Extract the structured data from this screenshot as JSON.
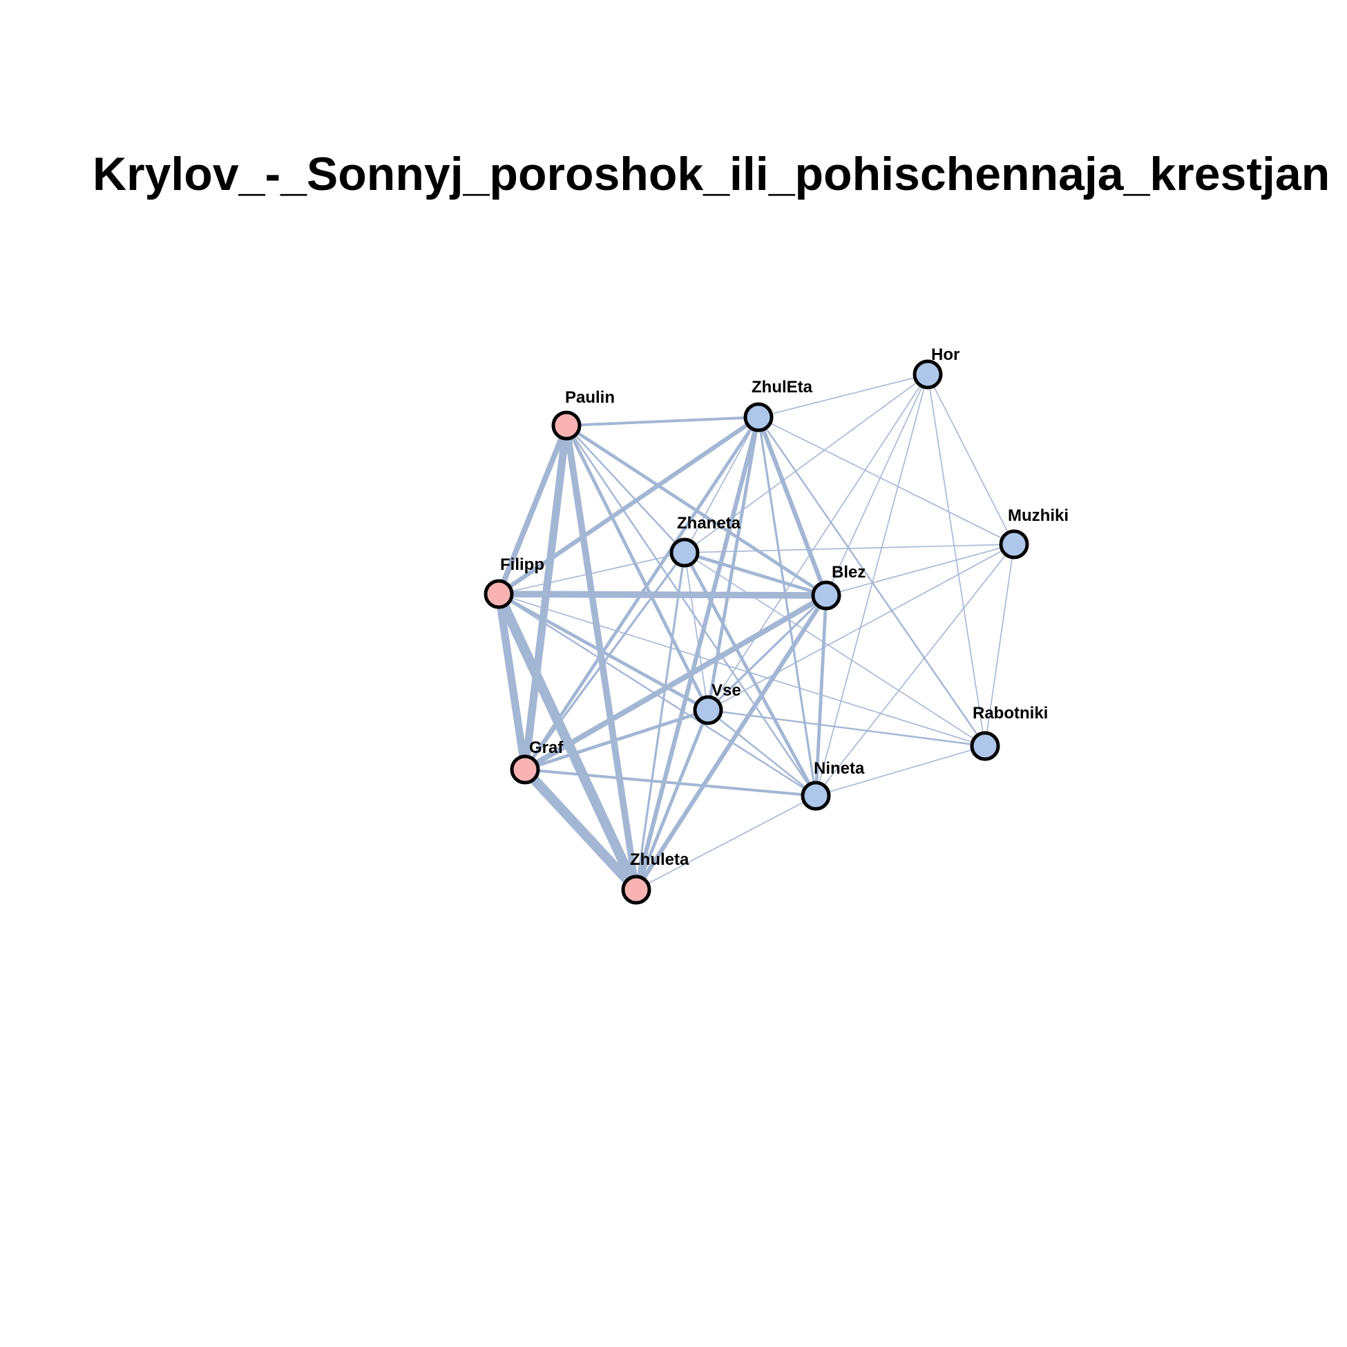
{
  "title": "Krylov_-_Sonnyj_poroshok_ili_pohischennaja_krestjan",
  "colors": {
    "edge": "#a3b6d4",
    "node_female": "#f9b3b3",
    "node_male": "#adc6ea",
    "node_border": "#000000",
    "background": "#ffffff"
  },
  "nodes": [
    {
      "id": "Paulin",
      "label": "Paulin",
      "group": "female"
    },
    {
      "id": "ZhulEta",
      "label": "ZhulEta",
      "group": "male"
    },
    {
      "id": "Hor",
      "label": "Hor",
      "group": "male"
    },
    {
      "id": "Muzhiki",
      "label": "Muzhiki",
      "group": "male"
    },
    {
      "id": "Zhaneta",
      "label": "Zhaneta",
      "group": "male"
    },
    {
      "id": "Filipp",
      "label": "Filipp",
      "group": "female"
    },
    {
      "id": "Blez",
      "label": "Blez",
      "group": "male"
    },
    {
      "id": "Vse",
      "label": "Vse",
      "group": "male"
    },
    {
      "id": "Rabotniki",
      "label": "Rabotniki",
      "group": "male"
    },
    {
      "id": "Graf",
      "label": "Graf",
      "group": "female"
    },
    {
      "id": "Nineta",
      "label": "Nineta",
      "group": "male"
    },
    {
      "id": "Zhuleta",
      "label": "Zhuleta",
      "group": "female"
    }
  ],
  "edges": [
    {
      "source": "Filipp",
      "target": "Zhuleta",
      "weight": 9
    },
    {
      "source": "Graf",
      "target": "Zhuleta",
      "weight": 9
    },
    {
      "source": "Filipp",
      "target": "Graf",
      "weight": 7
    },
    {
      "source": "Paulin",
      "target": "Graf",
      "weight": 7
    },
    {
      "source": "Paulin",
      "target": "Zhuleta",
      "weight": 6
    },
    {
      "source": "Paulin",
      "target": "Filipp",
      "weight": 5
    },
    {
      "source": "Filipp",
      "target": "Blez",
      "weight": 6
    },
    {
      "source": "Graf",
      "target": "Blez",
      "weight": 5
    },
    {
      "source": "Filipp",
      "target": "ZhulEta",
      "weight": 4
    },
    {
      "source": "ZhulEta",
      "target": "Blez",
      "weight": 4
    },
    {
      "source": "ZhulEta",
      "target": "Zhuleta",
      "weight": 4
    },
    {
      "source": "Blez",
      "target": "Zhuleta",
      "weight": 4
    },
    {
      "source": "Paulin",
      "target": "Blez",
      "weight": 3
    },
    {
      "source": "Paulin",
      "target": "Vse",
      "weight": 3
    },
    {
      "source": "Zhaneta",
      "target": "Blez",
      "weight": 3
    },
    {
      "source": "Filipp",
      "target": "Vse",
      "weight": 3
    },
    {
      "source": "Graf",
      "target": "Vse",
      "weight": 3
    },
    {
      "source": "Vse",
      "target": "Zhuleta",
      "weight": 3
    },
    {
      "source": "ZhulEta",
      "target": "Graf",
      "weight": 3
    },
    {
      "source": "ZhulEta",
      "target": "Vse",
      "weight": 3
    },
    {
      "source": "Blez",
      "target": "Nineta",
      "weight": 3
    },
    {
      "source": "Zhaneta",
      "target": "Nineta",
      "weight": 3
    },
    {
      "source": "Paulin",
      "target": "ZhulEta",
      "weight": 2.5
    },
    {
      "source": "Graf",
      "target": "Nineta",
      "weight": 2.5
    },
    {
      "source": "ZhulEta",
      "target": "Nineta",
      "weight": 2
    },
    {
      "source": "Zhaneta",
      "target": "Graf",
      "weight": 2
    },
    {
      "source": "Zhaneta",
      "target": "Zhuleta",
      "weight": 2
    },
    {
      "source": "Vse",
      "target": "Blez",
      "weight": 2
    },
    {
      "source": "Paulin",
      "target": "Zhaneta",
      "weight": 1.5
    },
    {
      "source": "Paulin",
      "target": "Nineta",
      "weight": 1.5
    },
    {
      "source": "ZhulEta",
      "target": "Rabotniki",
      "weight": 1.5
    },
    {
      "source": "Filipp",
      "target": "Nineta",
      "weight": 1.5
    },
    {
      "source": "Vse",
      "target": "Nineta",
      "weight": 1.5
    },
    {
      "source": "Vse",
      "target": "Rabotniki",
      "weight": 1.5
    },
    {
      "source": "Nineta",
      "target": "Rabotniki",
      "weight": 1
    },
    {
      "source": "Filipp",
      "target": "Zhaneta",
      "weight": 1
    },
    {
      "source": "Zhaneta",
      "target": "Vse",
      "weight": 1
    },
    {
      "source": "Zhaneta",
      "target": "Rabotniki",
      "weight": 1
    },
    {
      "source": "Zhaneta",
      "target": "Muzhiki",
      "weight": 1
    },
    {
      "source": "Zhaneta",
      "target": "Hor",
      "weight": 1
    },
    {
      "source": "ZhulEta",
      "target": "Hor",
      "weight": 1
    },
    {
      "source": "ZhulEta",
      "target": "Muzhiki",
      "weight": 1
    },
    {
      "source": "Hor",
      "target": "Muzhiki",
      "weight": 1
    },
    {
      "source": "Hor",
      "target": "Rabotniki",
      "weight": 1
    },
    {
      "source": "Hor",
      "target": "Blez",
      "weight": 1
    },
    {
      "source": "Hor",
      "target": "Vse",
      "weight": 1
    },
    {
      "source": "Hor",
      "target": "Nineta",
      "weight": 1
    },
    {
      "source": "Muzhiki",
      "target": "Blez",
      "weight": 1
    },
    {
      "source": "Muzhiki",
      "target": "Vse",
      "weight": 1
    },
    {
      "source": "Muzhiki",
      "target": "Nineta",
      "weight": 1
    },
    {
      "source": "Muzhiki",
      "target": "Rabotniki",
      "weight": 1
    },
    {
      "source": "Nineta",
      "target": "Zhuleta",
      "weight": 1
    },
    {
      "source": "Zhaneta",
      "target": "ZhulEta",
      "weight": 1
    },
    {
      "source": "Filipp",
      "target": "Rabotniki",
      "weight": 1
    }
  ]
}
